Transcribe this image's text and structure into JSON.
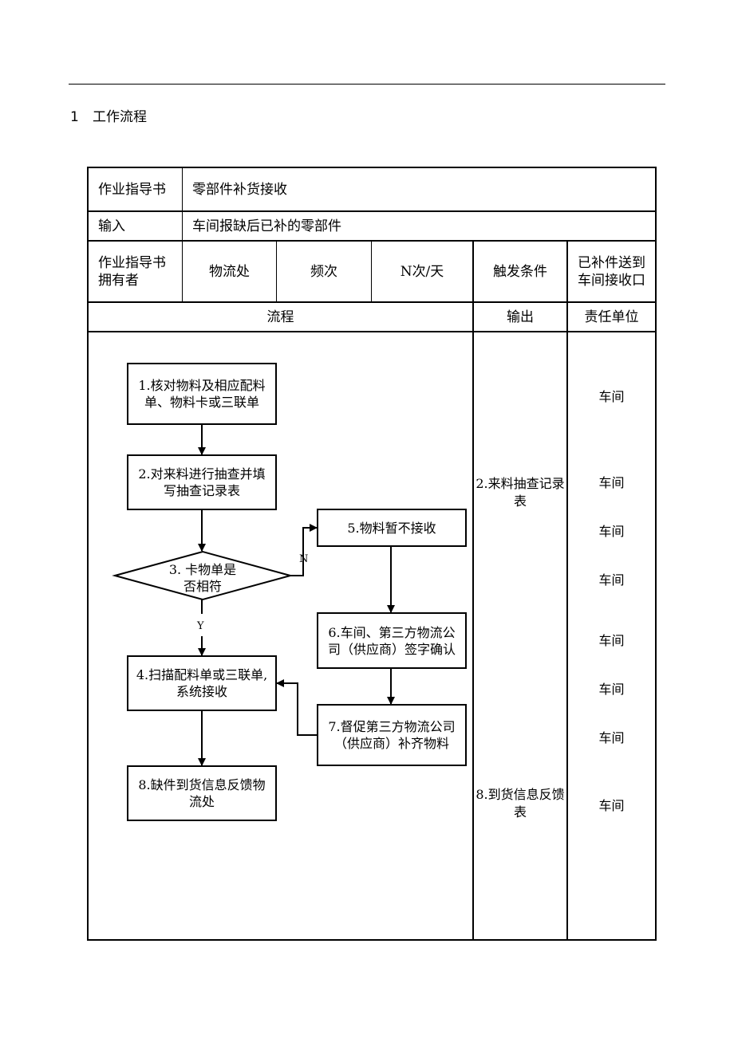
{
  "section": {
    "number": "1",
    "title": "工作流程"
  },
  "header": {
    "instruction_label": "作业指导书",
    "instruction_value": "零部件补货接收",
    "input_label": "输入",
    "input_value": "车间报缺后已补的零部件",
    "owner_label": "作业指导书拥有者",
    "owner_value": "物流处",
    "frequency_label": "频次",
    "frequency_value": "N次/天",
    "trigger_label": "触发条件",
    "trigger_value": "已补件送到车间接收口"
  },
  "columns": {
    "process": "流程",
    "output": "输出",
    "responsible": "责任单位"
  },
  "flow": {
    "step1": "1.核对物料及相应配料单、物料卡或三联单",
    "step2": "2.对来料进行抽查并填写抽查记录表",
    "step3": "3. 卡物单是否相符",
    "step4": "4.扫描配料单或三联单,系统接收",
    "step5": "5.物料暂不接收",
    "step6": "6.车间、第三方物流公司（供应商）签字确认",
    "step7": "7.督促第三方物流公司（供应商）补齐物料",
    "step8": "8.缺件到货信息反馈物流处",
    "label_no": "N",
    "label_yes": "Y"
  },
  "outputs": {
    "o2": "2.来料抽查记录表",
    "o8": "8.到货信息反馈表"
  },
  "responsible": [
    "车间",
    "车间",
    "车间",
    "车间",
    "车间",
    "车间",
    "车间",
    "车间"
  ]
}
